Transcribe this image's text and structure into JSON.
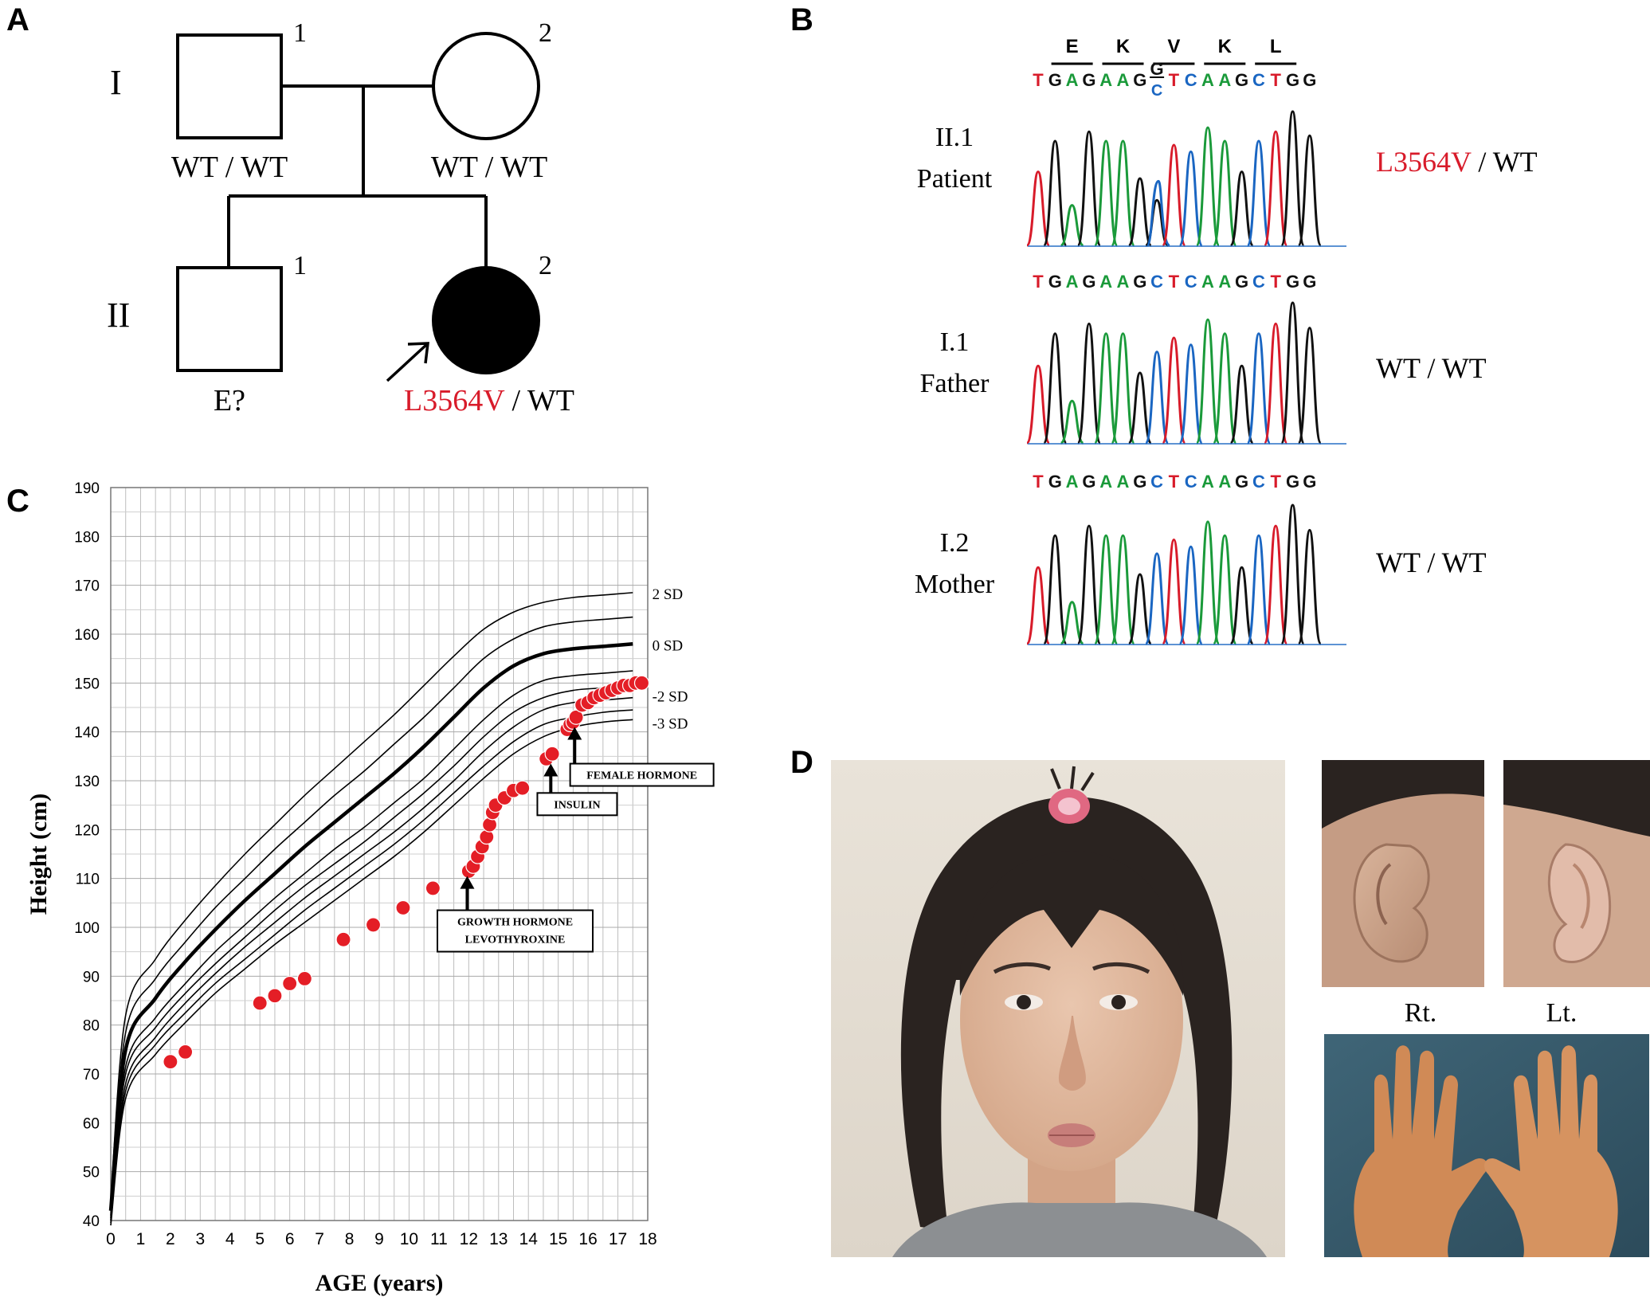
{
  "panels": {
    "a": "A",
    "b": "B",
    "c": "C",
    "d": "D"
  },
  "pedigree": {
    "gen1": "I",
    "gen2": "II",
    "father": {
      "num": "1",
      "genotype": "WT / WT"
    },
    "mother": {
      "num": "2",
      "genotype": "WT / WT"
    },
    "brother": {
      "num": "1",
      "genotype": "E?"
    },
    "proband": {
      "num": "2",
      "mutation": "L3564V",
      "rest": " / WT"
    }
  },
  "sequencing": {
    "codons": [
      "E",
      "K",
      "V",
      "K",
      "L"
    ],
    "patient_seq": [
      {
        "b": "T",
        "c": "#d81b2a"
      },
      {
        "b": "G",
        "c": "#111111"
      },
      {
        "b": "A",
        "c": "#1a9a3a"
      },
      {
        "b": "G",
        "c": "#111111"
      },
      {
        "b": "A",
        "c": "#1a9a3a"
      },
      {
        "b": "A",
        "c": "#1a9a3a"
      },
      {
        "b": "G",
        "c": "#111111"
      },
      {
        "b": "G",
        "c": "#111111"
      },
      {
        "b": "T",
        "c": "#d81b2a"
      },
      {
        "b": "C",
        "c": "#1a66c2"
      },
      {
        "b": "A",
        "c": "#1a9a3a"
      },
      {
        "b": "A",
        "c": "#1a9a3a"
      },
      {
        "b": "G",
        "c": "#111111"
      },
      {
        "b": "C",
        "c": "#1a66c2"
      },
      {
        "b": "T",
        "c": "#d81b2a"
      },
      {
        "b": "G",
        "c": "#111111"
      },
      {
        "b": "G",
        "c": "#111111"
      }
    ],
    "het_alt": "C",
    "wt_seq": [
      {
        "b": "T",
        "c": "#d81b2a"
      },
      {
        "b": "G",
        "c": "#111111"
      },
      {
        "b": "A",
        "c": "#1a9a3a"
      },
      {
        "b": "G",
        "c": "#111111"
      },
      {
        "b": "A",
        "c": "#1a9a3a"
      },
      {
        "b": "A",
        "c": "#1a9a3a"
      },
      {
        "b": "G",
        "c": "#111111"
      },
      {
        "b": "C",
        "c": "#1a66c2"
      },
      {
        "b": "T",
        "c": "#d81b2a"
      },
      {
        "b": "C",
        "c": "#1a66c2"
      },
      {
        "b": "A",
        "c": "#1a9a3a"
      },
      {
        "b": "A",
        "c": "#1a9a3a"
      },
      {
        "b": "G",
        "c": "#111111"
      },
      {
        "b": "C",
        "c": "#1a66c2"
      },
      {
        "b": "T",
        "c": "#d81b2a"
      },
      {
        "b": "G",
        "c": "#111111"
      },
      {
        "b": "G",
        "c": "#111111"
      }
    ],
    "rows": [
      {
        "id": "II.1",
        "role": "Patient",
        "mutation": "L3564V",
        "rest": " / WT",
        "genotype": ""
      },
      {
        "id": "I.1",
        "role": "Father",
        "mutation": "",
        "rest": "",
        "genotype": "WT / WT"
      },
      {
        "id": "I.2",
        "role": "Mother",
        "mutation": "",
        "rest": "",
        "genotype": "WT / WT"
      }
    ]
  },
  "chart_data": {
    "type": "scatter",
    "xlabel": "AGE (years)",
    "ylabel": "Height (cm)",
    "xlim": [
      0,
      18
    ],
    "ylim": [
      40,
      190
    ],
    "xticks": [
      "0",
      "1",
      "2",
      "3",
      "4",
      "5",
      "6",
      "7",
      "8",
      "9",
      "10",
      "11",
      "12",
      "13",
      "14",
      "15",
      "16",
      "17",
      "18"
    ],
    "yticks": [
      "40",
      "50",
      "60",
      "70",
      "80",
      "90",
      "100",
      "110",
      "120",
      "130",
      "140",
      "150",
      "160",
      "170",
      "180",
      "190"
    ],
    "grid": true,
    "sd_labels": [
      "2 SD",
      "0 SD",
      "-2 SD",
      "-3 SD"
    ],
    "reference_curves": [
      {
        "sd": 2,
        "y": [
          44,
          82,
          93.5,
          101.5,
          108.5,
          115,
          121,
          127,
          132.5,
          138,
          143.5,
          149.5,
          155.5,
          161,
          164.5,
          166.5,
          167.5,
          168,
          168.5
        ]
      },
      {
        "sd": 1,
        "y": [
          43,
          78.5,
          89.5,
          97,
          104,
          110,
          116,
          121.5,
          127,
          132,
          137.5,
          143,
          149,
          155,
          159,
          161.5,
          162.5,
          163,
          163.5
        ]
      },
      {
        "sd": 0,
        "y": [
          42,
          75,
          85.5,
          93,
          99.5,
          105.5,
          111,
          116.5,
          121.5,
          126.5,
          131.5,
          137,
          143,
          149,
          153.5,
          156,
          157,
          157.5,
          158
        ]
      },
      {
        "sd": -1,
        "y": [
          41,
          71.5,
          81.5,
          88.5,
          95,
          100.5,
          106,
          111,
          116,
          120.5,
          125.5,
          130.5,
          136.5,
          142.5,
          147.5,
          150.5,
          151.5,
          152,
          152.5
        ]
      },
      {
        "sd": -1.5,
        "y": [
          40.5,
          70,
          79.5,
          86.5,
          92.5,
          98,
          103.5,
          108.5,
          113,
          117.5,
          122.5,
          127.5,
          133,
          139,
          144,
          147,
          148.5,
          149,
          149.5
        ]
      },
      {
        "sd": -2,
        "y": [
          40,
          68,
          77.5,
          84.5,
          90.5,
          96,
          101,
          106,
          110.5,
          115,
          119.5,
          124.5,
          130,
          136,
          141,
          144.5,
          146,
          146.5,
          147
        ]
      },
      {
        "sd": -2.5,
        "y": [
          39.5,
          66.5,
          76,
          82.5,
          88.5,
          93.5,
          98.5,
          103.5,
          108,
          112.5,
          117,
          122,
          127.5,
          133,
          138,
          141.5,
          143,
          144,
          144.5
        ]
      },
      {
        "sd": -3,
        "y": [
          39,
          65,
          74,
          80.5,
          86.5,
          91.5,
          96.5,
          101,
          105.5,
          110,
          114.5,
          119.5,
          125,
          130.5,
          135.5,
          139,
          141,
          142,
          142.5
        ]
      }
    ],
    "series": [
      {
        "color": "#e41e26",
        "x": [
          2.0,
          2.5,
          5.0,
          5.5,
          6.0,
          6.5,
          7.8,
          8.8,
          9.8,
          10.8,
          12.0,
          12.15,
          12.3,
          12.45,
          12.6,
          12.7,
          12.8,
          12.9,
          13.2,
          13.5,
          13.8,
          14.6,
          14.8,
          15.3,
          15.4,
          15.5,
          15.6,
          15.8,
          16.0,
          16.2,
          16.4,
          16.6,
          16.8,
          17.0,
          17.2,
          17.4,
          17.6,
          17.8
        ],
        "y": [
          72.5,
          74.5,
          84.5,
          86,
          88.5,
          89.5,
          97.5,
          100.5,
          104,
          108,
          111.5,
          112.5,
          114.5,
          116.5,
          118.5,
          121,
          123.5,
          125,
          126.5,
          128,
          128.5,
          134.5,
          135.5,
          140.5,
          141.5,
          142,
          143,
          145.5,
          146,
          147,
          147.5,
          148,
          148.5,
          149,
          149.5,
          149.5,
          150,
          150
        ]
      }
    ],
    "annotations": [
      {
        "lines": [
          "GROWTH HORMONE",
          "LEVOTHYROXINE"
        ],
        "x": 11.9,
        "y": 111
      },
      {
        "lines": [
          "INSULIN"
        ],
        "x": 14.7,
        "y": 134
      },
      {
        "lines": [
          "FEMALE HORMONE"
        ],
        "x": 15.5,
        "y": 142
      }
    ]
  },
  "photos": {
    "right_ear": "Rt.",
    "left_ear": "Lt."
  },
  "colors": {
    "mutation": "#d81b2a",
    "point": "#e41e26",
    "A": "#1a9a3a",
    "C": "#1a66c2",
    "G": "#111111",
    "T": "#d81b2a"
  }
}
